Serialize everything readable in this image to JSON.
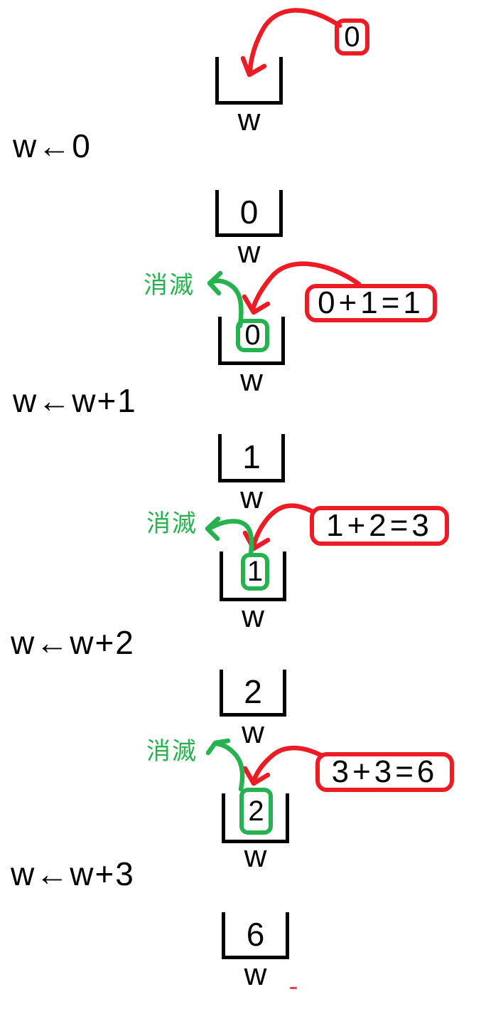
{
  "variable_label": "w",
  "vanish_label": "消滅",
  "colors": {
    "red": "#ED1C24",
    "green": "#26B24E",
    "ink": "#000000",
    "bg": "#FFFFFF"
  },
  "steps": [
    {
      "assignment": "w←0",
      "incoming": "0",
      "old_value": "",
      "result": "0"
    },
    {
      "assignment": "w←w+1",
      "incoming": "0+1=1",
      "old_value": "0",
      "result": "1"
    },
    {
      "assignment": "w←w+2",
      "incoming": "1+2=3",
      "old_value": "1",
      "result": "2"
    },
    {
      "assignment": "w←w+3",
      "incoming": "3+3=6",
      "old_value": "2",
      "result": "6"
    }
  ]
}
